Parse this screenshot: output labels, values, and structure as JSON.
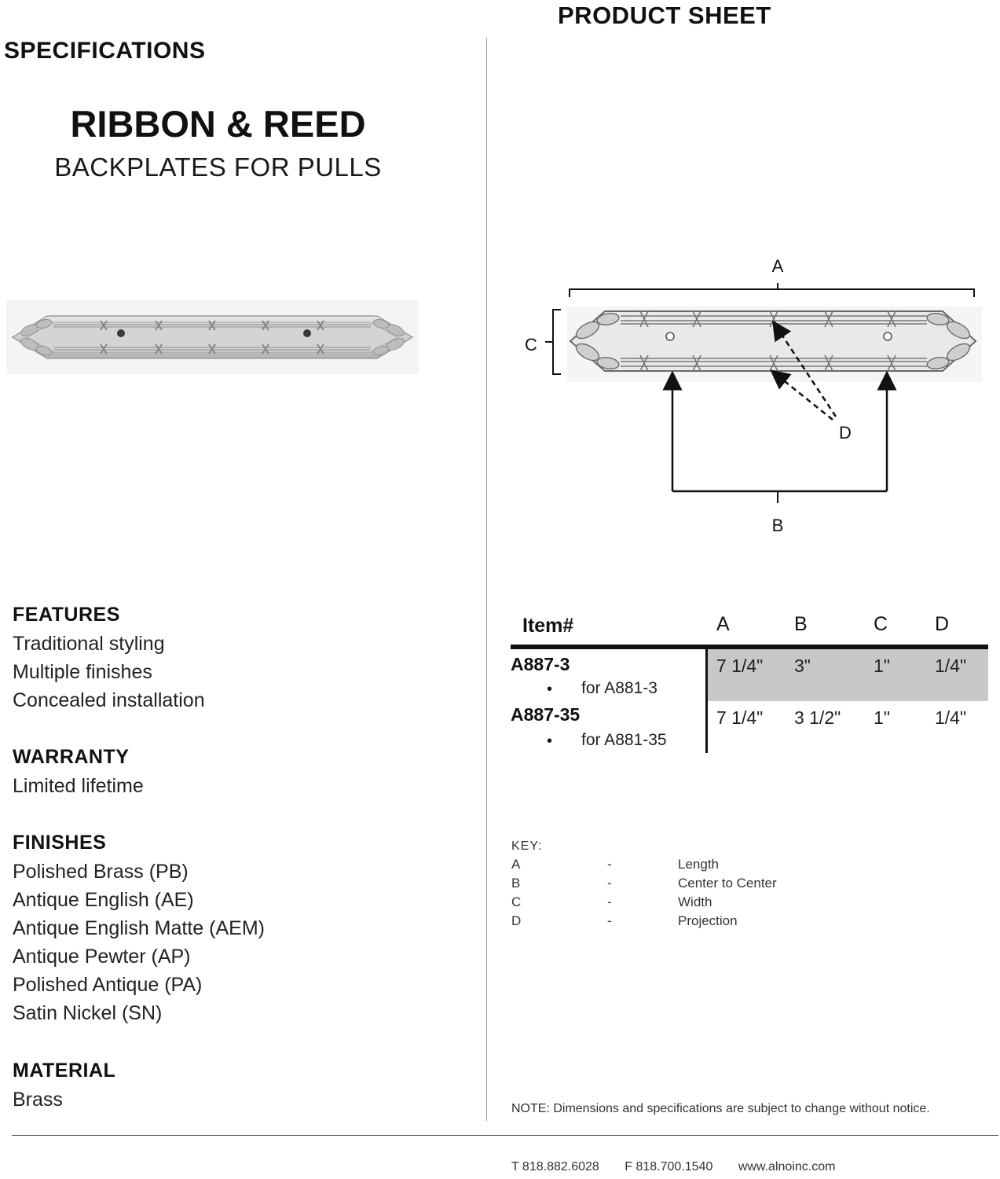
{
  "header": {
    "title": "PRODUCT SHEET",
    "specs_title": "SPECIFICATIONS"
  },
  "product": {
    "name": "RIBBON & REED",
    "subtitle": "BACKPLATES FOR PULLS"
  },
  "features": {
    "heading": "FEATURES",
    "items": [
      "Traditional styling",
      "Multiple finishes",
      "Concealed installation"
    ]
  },
  "warranty": {
    "heading": "WARRANTY",
    "items": [
      "Limited lifetime"
    ]
  },
  "finishes": {
    "heading": "FINISHES",
    "items": [
      "Polished Brass (PB)",
      "Antique English (AE)",
      "Antique English Matte (AEM)",
      "Antique Pewter (AP)",
      "Polished Antique (PA)",
      "Satin Nickel (SN)"
    ]
  },
  "material": {
    "heading": "MATERIAL",
    "items": [
      "Brass"
    ]
  },
  "diagram": {
    "label_a": "A",
    "label_b": "B",
    "label_c": "C",
    "label_d": "D"
  },
  "table": {
    "headers": [
      "Item#",
      "A",
      "B",
      "C",
      "D"
    ],
    "bullet": "•",
    "rows": [
      {
        "item": "A887-3",
        "for_note": "for A881-3",
        "a": "7 1/4\"",
        "b": "3\"",
        "c": "1\"",
        "d": "1/4\""
      },
      {
        "item": "A887-35",
        "for_note": "for A881-35",
        "a": "7 1/4\"",
        "b": "3 1/2\"",
        "c": "1\"",
        "d": "1/4\""
      }
    ]
  },
  "key": {
    "title": "KEY:",
    "separator": "-",
    "rows": [
      {
        "letter": "A",
        "meaning": "Length"
      },
      {
        "letter": "B",
        "meaning": "Center to Center"
      },
      {
        "letter": "C",
        "meaning": "Width"
      },
      {
        "letter": "D",
        "meaning": "Projection"
      }
    ]
  },
  "note": "NOTE:  Dimensions and specifications are subject to change without notice.",
  "footer": {
    "phone": "T  818.882.6028",
    "fax": "F  818.700.1540",
    "website": "www.alnoinc.com"
  },
  "colors": {
    "text": "#111111",
    "table_shade": "#c8c8c8",
    "plate_fill": "#c9c9c7",
    "divider": "#9a9a9a"
  }
}
